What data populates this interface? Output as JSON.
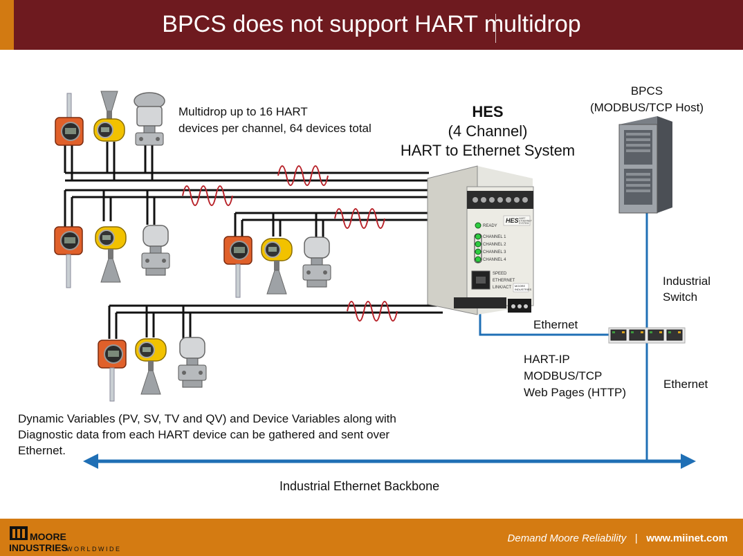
{
  "header": {
    "title": "BPCS does not support HART multidrop"
  },
  "labels": {
    "multidrop_line1": "Multidrop up to 16 HART",
    "multidrop_line2": "devices per channel, 64 devices total",
    "hes_name": "HES",
    "hes_channels": "(4 Channel)",
    "hes_desc": "HART to Ethernet System",
    "bpcs_line1": "BPCS",
    "bpcs_line2": "(MODBUS/TCP Host)",
    "switch_line1": "Industrial",
    "switch_line2": "Switch",
    "ethernet_hes": "Ethernet",
    "ethernet_right": "Ethernet",
    "proto_1": "HART-IP",
    "proto_2": "MODBUS/TCP",
    "proto_3": "Web Pages (HTTP)",
    "dyn_1": "Dynamic Variables (PV, SV, TV and QV) and Device Variables along with",
    "dyn_2": "Diagnostic data from each HART device can be gathered and sent over",
    "dyn_3": "Ethernet.",
    "backbone": "Industrial Ethernet Backbone"
  },
  "hes_panel": {
    "leds": [
      "READY",
      "CHANNEL 1",
      "CHANNEL 2",
      "CHANNEL 3",
      "CHANNEL 4"
    ],
    "port_labels": [
      "SPEED",
      "ETHERNET",
      "LINK/ACT"
    ],
    "badge_top": "HES",
    "badge_sub1": "HART",
    "badge_sub2": "ETHERNET",
    "badge_sub3": "SYSTEM",
    "brand1": "MOORE",
    "brand2": "INDUSTRIES"
  },
  "footer": {
    "tagline": "Demand Moore Reliability",
    "separator": "|",
    "url": "www.miinet.com",
    "logo_line1": "MOORE",
    "logo_line2": "INDUSTRIES",
    "logo_line3": "WORLDWIDE"
  },
  "colors": {
    "header_bg": "#6e1a1f",
    "accent": "#d27a12",
    "footer_bg": "#d47b12",
    "ethernet": "#1f6fb5",
    "hart_wave": "#b8232a"
  },
  "icons": [
    "field-transmitter-icon",
    "hes-module-icon",
    "server-tower-icon",
    "network-switch-icon"
  ]
}
